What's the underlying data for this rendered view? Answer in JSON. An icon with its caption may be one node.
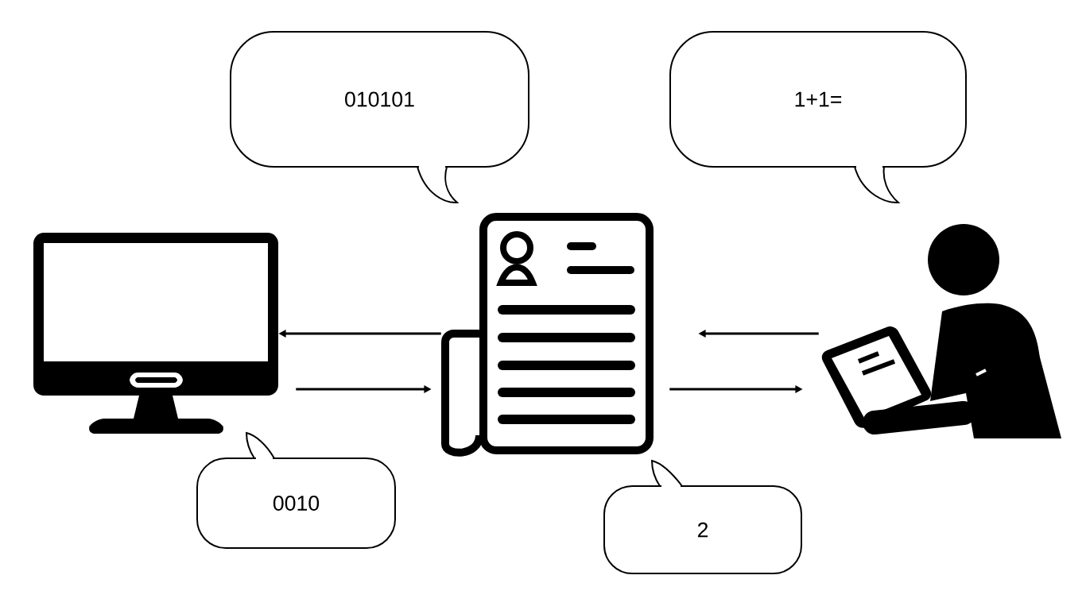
{
  "diagram": {
    "nodes": [
      {
        "text": [
          "010101"
        ]
      },
      {
        "text": [
          "1+1="
        ]
      },
      {
        "text": [],
        "shape": "picture"
      },
      {
        "text": [],
        "shape": "picture"
      },
      {
        "text": [],
        "shape": "person"
      },
      {
        "text": [
          "0010"
        ]
      },
      {
        "text": [
          "2"
        ]
      }
    ],
    "edges": [
      {
        "from": 3,
        "to": 2,
        "arrow": "to"
      },
      {
        "from": 2,
        "to": 3,
        "arrow": "to"
      },
      {
        "from": 4,
        "to": 3,
        "arrow": "to"
      },
      {
        "from": 3,
        "to": 4,
        "arrow": "to"
      }
    ]
  }
}
